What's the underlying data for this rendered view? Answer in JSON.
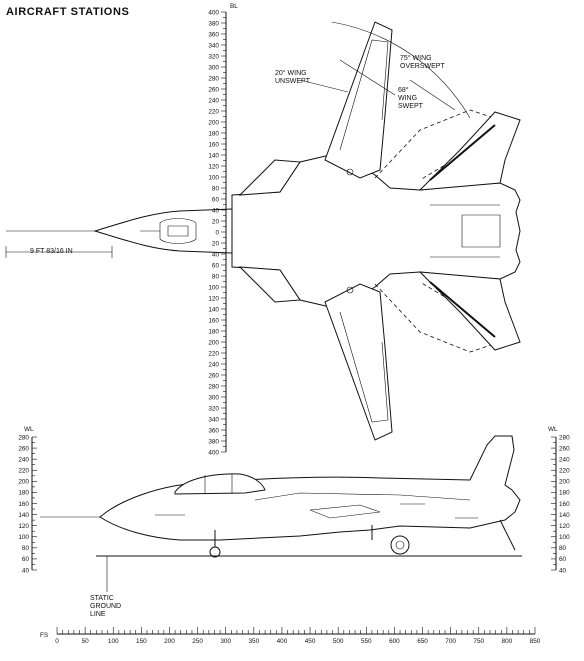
{
  "title": "AIRCRAFT STATIONS",
  "bl_scale": {
    "label": "BL",
    "ticks_upper": [
      "400",
      "380",
      "360",
      "340",
      "320",
      "300",
      "280",
      "260",
      "240",
      "220",
      "200",
      "180",
      "160",
      "140",
      "120",
      "100",
      "80",
      "60",
      "40",
      "20"
    ],
    "center": "0",
    "ticks_lower": [
      "20",
      "40",
      "60",
      "80",
      "100",
      "120",
      "140",
      "160",
      "180",
      "200",
      "220",
      "240",
      "260",
      "280",
      "300",
      "320",
      "340",
      "360",
      "380",
      "400"
    ]
  },
  "wl_scale": {
    "label": "WL",
    "ticks": [
      "280",
      "260",
      "240",
      "220",
      "200",
      "180",
      "160",
      "140",
      "120",
      "100",
      "80",
      "60",
      "40"
    ]
  },
  "fs_scale": {
    "label": "FS",
    "ticks": [
      "0",
      "50",
      "100",
      "150",
      "200",
      "250",
      "300",
      "350",
      "400",
      "450",
      "500",
      "550",
      "600",
      "650",
      "700",
      "750",
      "800",
      "850"
    ]
  },
  "annotations": {
    "nose_probe": "9 FT 83/16 IN",
    "wing_20": "20° WING\nUNSWEPT",
    "wing_68": "68°\nWING\nSWEPT",
    "wing_75": "75° WING\nOVERSWEPT",
    "ground_line": "STATIC\nGROUND\nLINE"
  }
}
